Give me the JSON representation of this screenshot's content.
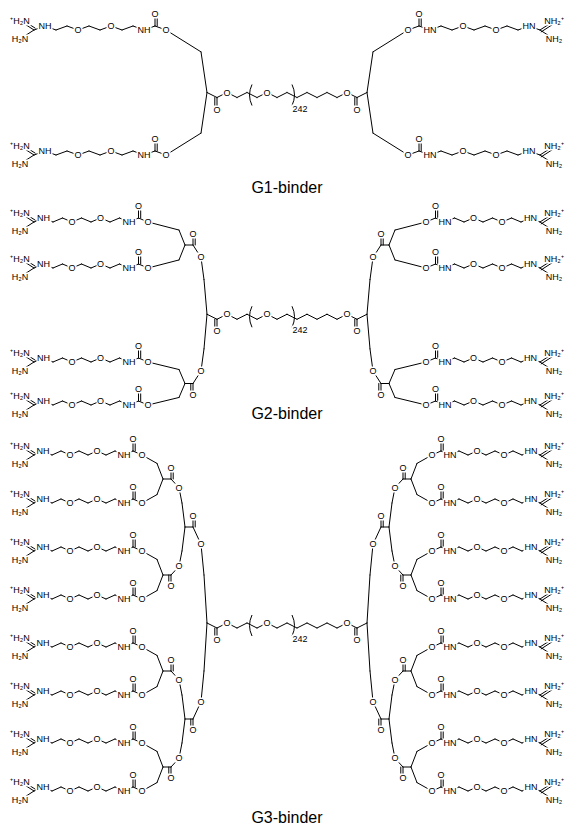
{
  "diagram": {
    "labels": [
      "⁺H₂N",
      "H₂N",
      "NH",
      "O",
      "O",
      "NH",
      "O",
      "O",
      "⁺H₂N",
      "H₂N",
      "NH",
      "O",
      "O",
      "NH",
      "O",
      "O",
      "O",
      "O",
      "O",
      "242",
      "O",
      "O",
      "NH₂⁺",
      "NH₂",
      "HN",
      "O",
      "O",
      "HN",
      "O",
      "O",
      "NH₂⁺",
      "NH₂",
      "HN",
      "O",
      "O",
      "HN",
      "O",
      "O",
      "G1-binder",
      "O",
      "O",
      "⁺H₂N",
      "H₂N",
      "NH",
      "O",
      "O",
      "NH",
      "O",
      "O",
      "⁺H₂N",
      "H₂N",
      "NH",
      "O",
      "O",
      "NH",
      "O",
      "O",
      "O",
      "O",
      "⁺H₂N",
      "H₂N",
      "NH",
      "O",
      "O",
      "NH",
      "O",
      "O",
      "⁺H₂N",
      "H₂N",
      "NH",
      "O",
      "O",
      "NH",
      "O",
      "O",
      "O",
      "O",
      "O",
      "242",
      "O",
      "O",
      "O",
      "O",
      "NH₂⁺",
      "NH₂",
      "HN",
      "O",
      "O",
      "HN",
      "O",
      "O",
      "NH₂⁺",
      "NH₂",
      "HN",
      "O",
      "O",
      "HN",
      "O",
      "O",
      "O",
      "O",
      "NH₂⁺",
      "NH₂",
      "HN",
      "O",
      "O",
      "HN",
      "O",
      "O",
      "NH₂⁺",
      "NH₂",
      "HN",
      "O",
      "O",
      "HN",
      "O",
      "O",
      "G2-binder",
      "O",
      "O",
      "O",
      "O",
      "⁺H₂N",
      "H₂N",
      "NH",
      "O",
      "O",
      "NH",
      "O",
      "O",
      "⁺H₂N",
      "H₂N",
      "NH",
      "O",
      "O",
      "NH",
      "O",
      "O",
      "O",
      "O",
      "⁺H₂N",
      "H₂N",
      "NH",
      "O",
      "O",
      "NH",
      "O",
      "O",
      "⁺H₂N",
      "H₂N",
      "NH",
      "O",
      "O",
      "NH",
      "O",
      "O",
      "O",
      "O",
      "O",
      "O",
      "⁺H₂N",
      "H₂N",
      "NH",
      "O",
      "O",
      "NH",
      "O",
      "O",
      "⁺H₂N",
      "H₂N",
      "NH",
      "O",
      "O",
      "NH",
      "O",
      "O",
      "O",
      "O",
      "⁺H₂N",
      "H₂N",
      "NH",
      "O",
      "O",
      "NH",
      "O",
      "O",
      "⁺H₂N",
      "H₂N",
      "NH",
      "O",
      "O",
      "NH",
      "O",
      "O",
      "O",
      "O",
      "O",
      "242",
      "O",
      "O",
      "O",
      "O",
      "O",
      "O",
      "NH₂⁺",
      "NH₂",
      "HN",
      "O",
      "O",
      "HN",
      "O",
      "O",
      "NH₂⁺",
      "NH₂",
      "HN",
      "O",
      "O",
      "HN",
      "O",
      "O",
      "O",
      "O",
      "NH₂⁺",
      "NH₂",
      "HN",
      "O",
      "O",
      "HN",
      "O",
      "O",
      "NH₂⁺",
      "NH₂",
      "HN",
      "O",
      "O",
      "HN",
      "O",
      "O",
      "O",
      "O",
      "O",
      "O",
      "NH₂⁺",
      "NH₂",
      "HN",
      "O",
      "O",
      "HN",
      "O",
      "O",
      "NH₂⁺",
      "NH₂",
      "HN",
      "O",
      "O",
      "HN",
      "O",
      "O",
      "O",
      "O",
      "NH₂⁺",
      "NH₂",
      "HN",
      "O",
      "O",
      "HN",
      "O",
      "O",
      "NH₂⁺",
      "NH₂",
      "HN",
      "O",
      "O",
      "HN",
      "O",
      "O",
      "G3-binder"
    ]
  }
}
